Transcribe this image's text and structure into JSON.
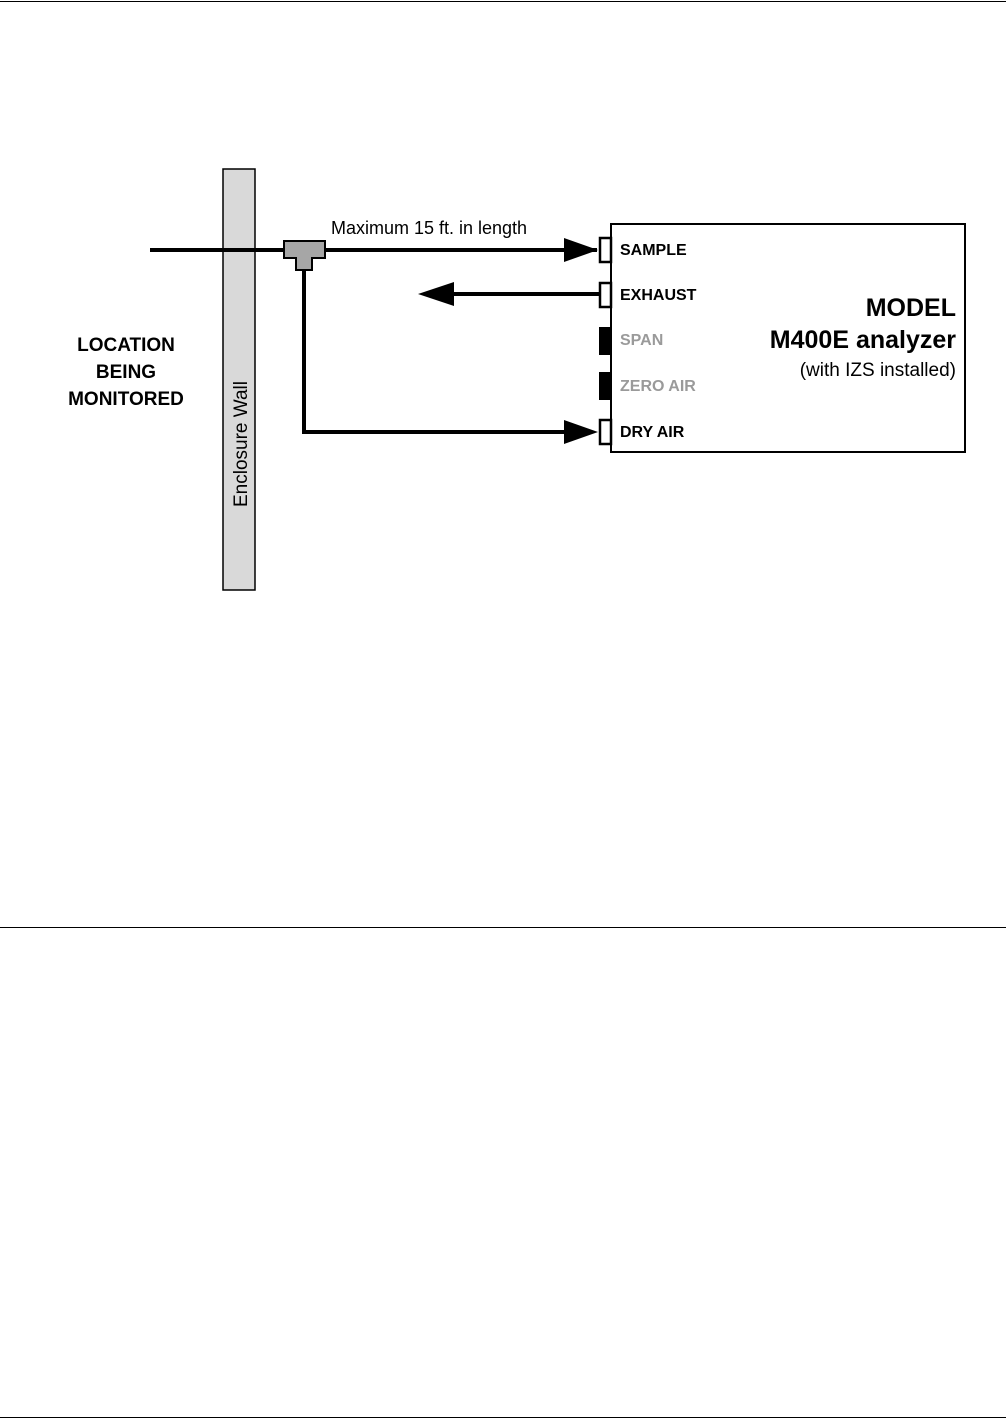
{
  "diagram": {
    "location_label": [
      "LOCATION",
      "BEING",
      "MONITORED"
    ],
    "wall_label": "Enclosure Wall",
    "length_note": "Maximum 15 ft. in length",
    "analyzer": {
      "title_line1": "MODEL",
      "title_line2": "M400E analyzer",
      "title_line3": "(with IZS installed)"
    },
    "ports": [
      {
        "label": "SAMPLE",
        "active": true
      },
      {
        "label": "EXHAUST",
        "active": true
      },
      {
        "label": "SPAN",
        "active": false
      },
      {
        "label": "ZERO AIR",
        "active": false
      },
      {
        "label": "DRY AIR",
        "active": true
      }
    ],
    "colors": {
      "wall_fill": "#d9d9d9",
      "tee_fill": "#a6a6a6",
      "inactive_text": "#9a9a9a",
      "line": "#000000"
    }
  }
}
